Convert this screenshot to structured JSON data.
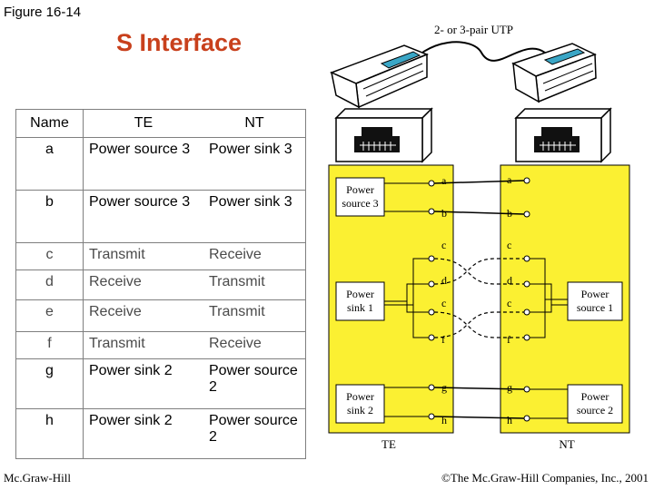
{
  "figure_label": "Figure 16-14",
  "title": "S Interface",
  "table": {
    "headers": {
      "name": "Name",
      "te": "TE",
      "nt": "NT"
    },
    "rows": [
      {
        "name": "a",
        "te": "Power source 3",
        "nt": "Power sink 3"
      },
      {
        "name": "b",
        "te": "Power source 3",
        "nt": "Power sink 3"
      },
      {
        "name": "c",
        "te": "Transmit",
        "nt": "Receive"
      },
      {
        "name": "d",
        "te": "Receive",
        "nt": "Transmit"
      },
      {
        "name": "e",
        "te": "Receive",
        "nt": "Transmit"
      },
      {
        "name": "f",
        "te": "Transmit",
        "nt": "Receive"
      },
      {
        "name": "g",
        "te": "Power sink 2",
        "nt": "Power source 2"
      },
      {
        "name": "h",
        "te": "Power sink 2",
        "nt": "Power source 2"
      }
    ]
  },
  "diagram": {
    "cable_label": "2- or 3-pair UTP",
    "te_label": "TE",
    "nt_label": "NT",
    "te_boxes": {
      "power_source_3": [
        "Power",
        "source 3"
      ],
      "power_sink_1": [
        "Power",
        "sink 1"
      ],
      "power_sink_2": [
        "Power",
        "sink 2"
      ]
    },
    "nt_boxes": {
      "power_source_1": [
        "Power",
        "source 1"
      ],
      "power_source_2": [
        "Power",
        "source 2"
      ]
    },
    "te_pins": [
      "a",
      "b",
      "c",
      "d",
      "c",
      "f",
      "g",
      "h"
    ],
    "nt_pins": [
      "a",
      "b",
      "c",
      "d",
      "c",
      "f",
      "g",
      "h"
    ],
    "panel_color": "#fbf032"
  },
  "footer": {
    "publisher": "Mc.Graw-Hill",
    "copyright": "©The Mc.Graw-Hill Companies, Inc., 2001"
  }
}
